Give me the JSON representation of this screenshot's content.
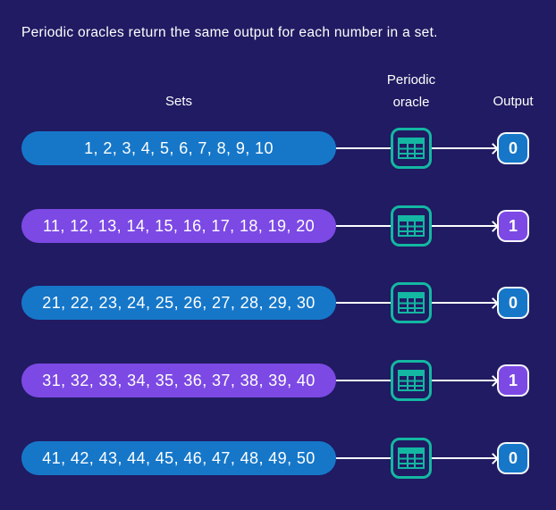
{
  "title": "Periodic oracles return the same output for each number in a set.",
  "headers": {
    "sets": "Sets",
    "oracle_line1": "Periodic",
    "oracle_line2": "oracle",
    "output": "Output"
  },
  "rows": [
    {
      "set": "1,  2,  3,  4,  5,  6,  7, 8, 9, 10",
      "output": "0",
      "variant": "blue"
    },
    {
      "set": "11, 12, 13, 14, 15, 16, 17, 18, 19, 20",
      "output": "1",
      "variant": "purple"
    },
    {
      "set": "21, 22, 23, 24, 25, 26, 27, 28, 29, 30",
      "output": "0",
      "variant": "blue"
    },
    {
      "set": "31, 32, 33, 34, 35, 36, 37, 38, 39, 40",
      "output": "1",
      "variant": "purple"
    },
    {
      "set": "41, 42, 43, 44, 45, 46, 47, 48, 49, 50",
      "output": "0",
      "variant": "blue"
    }
  ],
  "icons": {
    "oracle": "table-icon",
    "connector": "arrow-right-icon"
  },
  "colors": {
    "background": "#201b62",
    "blue": "#1677c9",
    "purple": "#7c49e4",
    "teal": "#14b8a2",
    "text": "#ffffff"
  }
}
